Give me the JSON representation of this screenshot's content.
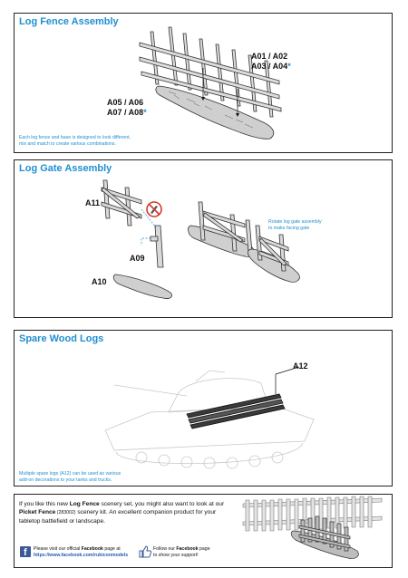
{
  "sections": {
    "log_fence": {
      "title": "Log Fence Assembly",
      "label_a01": "A01 / A02",
      "label_a03": "A03 / A04",
      "label_a05": "A05 / A06",
      "label_a07": "A07 / A08",
      "star": "*",
      "note_line1": "Each log fence and base is designed to look different,",
      "note_line2": "mix and match to create various combinations."
    },
    "log_gate": {
      "title": "Log Gate Assembly",
      "label_a11": "A11",
      "label_a09": "A09",
      "label_a10": "A10",
      "note_line1": "Rotate log gate assembly",
      "note_line2": "to make facing gate"
    },
    "spare_wood": {
      "title": "Spare Wood Logs",
      "label_a12": "A12",
      "note_line1": "Multiple spare logs (A12) can be used as various",
      "note_line2": "add-on decorations to your tanks and trucks."
    }
  },
  "promo": {
    "line1_pre": "If you like this new ",
    "line1_bold": "Log Fence",
    "line1_post": " scenery set, you might also want to look at our",
    "line2_bold": "Picket Fence",
    "line2_small": " (283002)",
    "line2_post": " scenery kit.  An excellent companion product for your",
    "line3": "tabletop battlefield or landscape.",
    "fb_visit_pre": "Please visit our official ",
    "fb_visit_bold": "Facebook",
    "fb_visit_post": " page at",
    "fb_url": "https://www.facebook.com/rubiconmodels",
    "follow_pre": "Follow our ",
    "follow_bold": "Facebook",
    "follow_post": " page",
    "follow_line2": "to show your support!"
  },
  "colors": {
    "accent": "#1f8fd0",
    "border": "#222222",
    "no_sign": "#d23a2a",
    "facebook": "#3b5998"
  },
  "icons": [
    "facebook-icon",
    "thumbs-up-icon",
    "no-glue-icon"
  ]
}
